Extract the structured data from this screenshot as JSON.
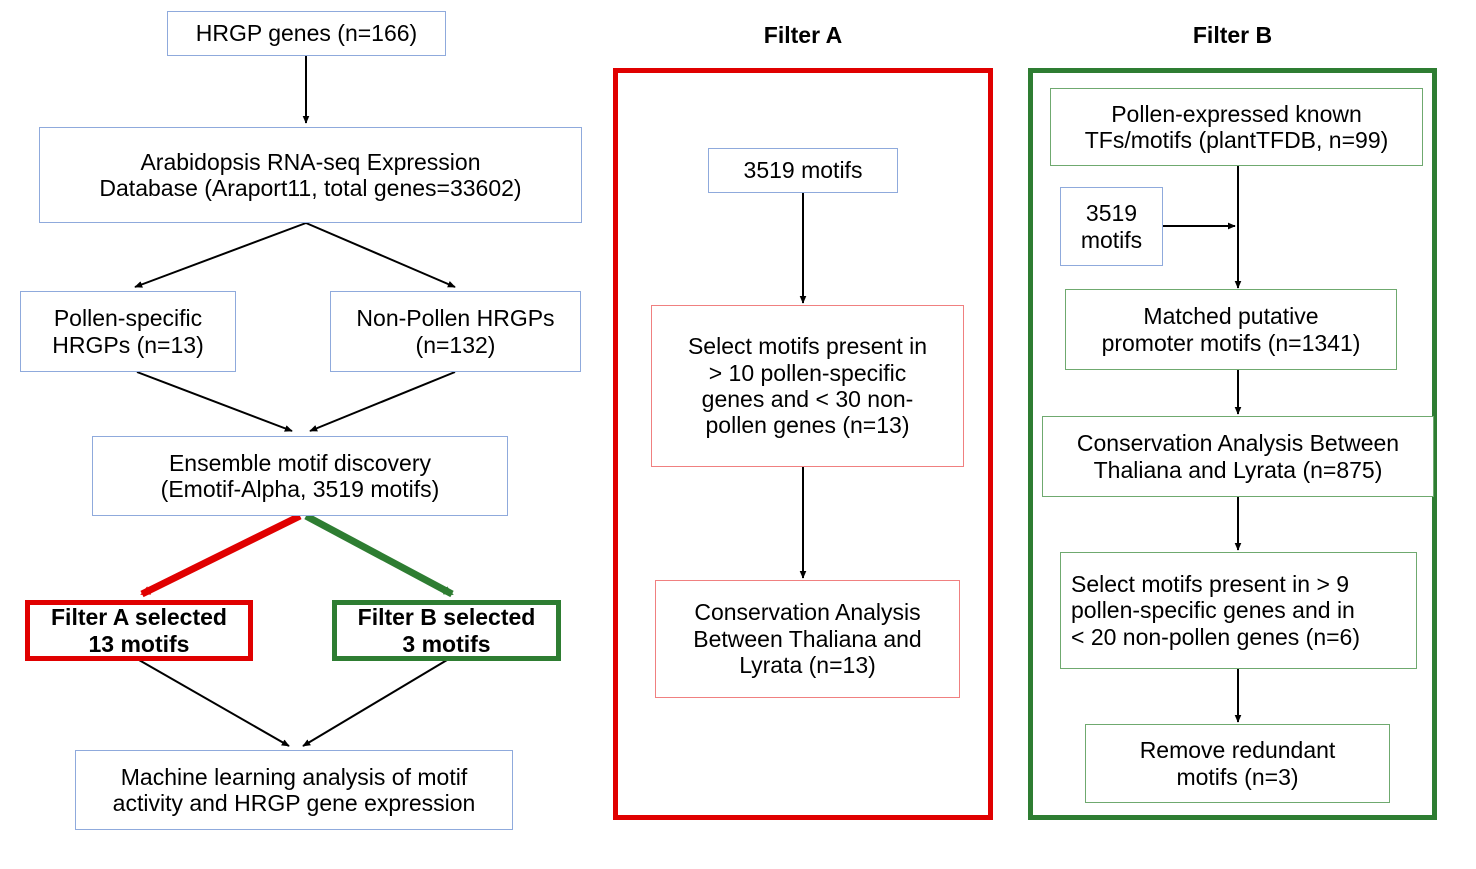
{
  "diagram": {
    "title_filter_a": "Filter A",
    "title_filter_b": "Filter B",
    "colors": {
      "blue_border": "#8FAADC",
      "red": "#E00000",
      "red_light": "#F08080",
      "green": "#2E7D32",
      "green_light": "#6FA96F",
      "arrow": "#000000",
      "background": "#FFFFFF",
      "text": "#000000"
    }
  },
  "left_flow": {
    "nodes": [
      {
        "id": "hrgp-genes",
        "label": "HRGP genes (n=166)"
      },
      {
        "id": "rnaseq-db",
        "label": "Arabidopsis RNA-seq Expression\nDatabase (Araport11, total genes=33602)"
      },
      {
        "id": "pollen-specific",
        "label": "Pollen-specific\nHRGPs (n=13)"
      },
      {
        "id": "non-pollen",
        "label": "Non-Pollen HRGPs\n(n=132)"
      },
      {
        "id": "ensemble-motif-discovery",
        "label": "Ensemble motif discovery\n(Emotif-Alpha, 3519 motifs)"
      },
      {
        "id": "filter-a-selected",
        "label": "Filter A selected\n13 motifs"
      },
      {
        "id": "filter-b-selected",
        "label": "Filter B selected\n3 motifs"
      },
      {
        "id": "machine-learning",
        "label": "Machine learning analysis of motif\nactivity and HRGP gene expression"
      }
    ]
  },
  "filter_a": {
    "title": "Filter A",
    "nodes": [
      {
        "id": "a-3519-motifs",
        "label": "3519 motifs"
      },
      {
        "id": "a-select-motifs",
        "label": "Select motifs present in\n> 10 pollen-specific\ngenes and < 30 non-\npollen genes (n=13)"
      },
      {
        "id": "a-conservation",
        "label": "Conservation Analysis\nBetween Thaliana and\nLyrata (n=13)"
      }
    ]
  },
  "filter_b": {
    "title": "Filter B",
    "nodes": [
      {
        "id": "b-pollen-expressed-tfs",
        "label": "Pollen-expressed known\nTFs/motifs (plantTFDB, n=99)"
      },
      {
        "id": "b-3519-motifs",
        "label": "3519\nmotifs"
      },
      {
        "id": "b-matched-promoter",
        "label": "Matched putative\npromoter motifs (n=1341)"
      },
      {
        "id": "b-conservation",
        "label": "Conservation Analysis Between\nThaliana and Lyrata (n=875)"
      },
      {
        "id": "b-select-motifs",
        "label": "Select motifs present in > 9\npollen-specific genes and in\n< 20 non-pollen genes (n=6)"
      },
      {
        "id": "b-remove-redundant",
        "label": "Remove redundant\nmotifs (n=3)"
      }
    ]
  }
}
